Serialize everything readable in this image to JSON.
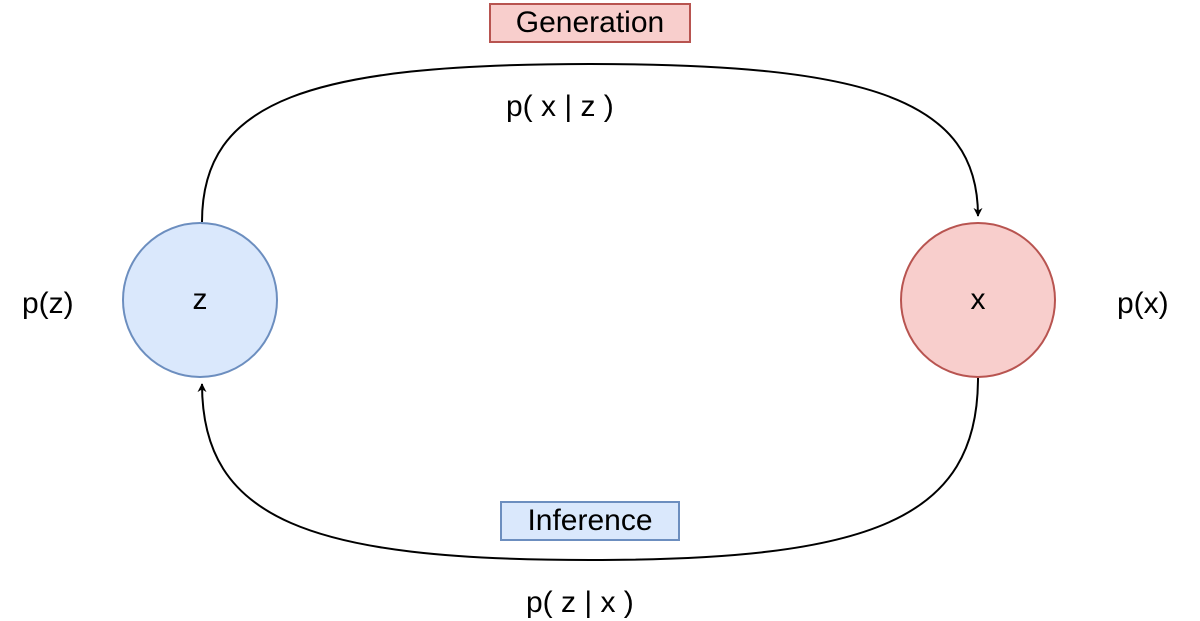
{
  "nodes": {
    "z": {
      "label": "z",
      "fill": "#dae8fc",
      "stroke": "#6c8ebf"
    },
    "x": {
      "label": "x",
      "fill": "#f8cecc",
      "stroke": "#b85450"
    }
  },
  "marginals": {
    "pz": "p(z)",
    "px": "p(x)"
  },
  "edges": {
    "generation": {
      "tag": "Generation",
      "formula": "p( x | z )",
      "fill": "#f8cecc",
      "stroke": "#b85450"
    },
    "inference": {
      "tag": "Inference",
      "formula": "p( z | x )",
      "fill": "#dae8fc",
      "stroke": "#6c8ebf"
    }
  }
}
